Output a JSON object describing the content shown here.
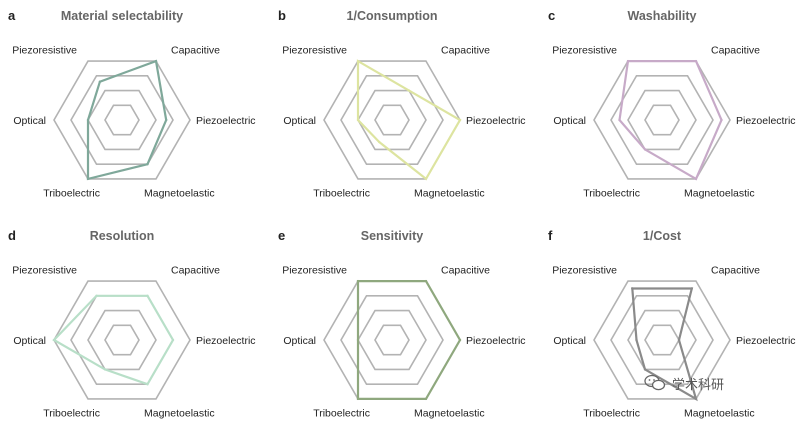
{
  "colors": {
    "grid": "#b3b3b3",
    "title": "#666666",
    "label": "#222222"
  },
  "watermark": {
    "text": "学术科研",
    "icon": "wechat-icon"
  },
  "chart_data": [
    {
      "type": "radar",
      "letter": "a",
      "title": "Material selectability",
      "color": "#7fa89a",
      "axes": [
        "Capacitive",
        "Piezoelectric",
        "Magnetoelastic",
        "Triboelectric",
        "Optical",
        "Piezoresistive"
      ],
      "rings": 4,
      "max": 4,
      "values": [
        4,
        2.6,
        3,
        4,
        2,
        2.6
      ]
    },
    {
      "type": "radar",
      "letter": "b",
      "title": "1/Consumption",
      "color": "#dde4a0",
      "axes": [
        "Capacitive",
        "Piezoelectric",
        "Magnetoelastic",
        "Triboelectric",
        "Optical",
        "Piezoresistive"
      ],
      "rings": 4,
      "max": 4,
      "values": [
        2,
        4,
        4,
        1.5,
        2,
        4
      ]
    },
    {
      "type": "radar",
      "letter": "c",
      "title": "Washability",
      "color": "#c7aac8",
      "axes": [
        "Capacitive",
        "Piezoelectric",
        "Magnetoelastic",
        "Triboelectric",
        "Optical",
        "Piezoresistive"
      ],
      "rings": 4,
      "max": 4,
      "values": [
        4,
        3.5,
        4,
        2,
        2.5,
        4
      ]
    },
    {
      "type": "radar",
      "letter": "d",
      "title": "Resolution",
      "color": "#b8dfc8",
      "axes": [
        "Capacitive",
        "Piezoelectric",
        "Magnetoelastic",
        "Triboelectric",
        "Optical",
        "Piezoresistive"
      ],
      "rings": 4,
      "max": 4,
      "values": [
        3,
        3,
        3,
        2,
        4,
        3
      ]
    },
    {
      "type": "radar",
      "letter": "e",
      "title": "Sensitivity",
      "color": "#8fa87e",
      "axes": [
        "Capacitive",
        "Piezoelectric",
        "Magnetoelastic",
        "Triboelectric",
        "Optical",
        "Piezoresistive"
      ],
      "rings": 4,
      "max": 4,
      "values": [
        4,
        4,
        4,
        4,
        2,
        4
      ]
    },
    {
      "type": "radar",
      "letter": "f",
      "title": "1/Cost",
      "color": "#8a8a8a",
      "axes": [
        "Capacitive",
        "Piezoelectric",
        "Magnetoelastic",
        "Triboelectric",
        "Optical",
        "Piezoresistive"
      ],
      "rings": 4,
      "max": 4,
      "values": [
        3.5,
        1,
        4,
        2,
        1.5,
        3.5
      ]
    }
  ]
}
